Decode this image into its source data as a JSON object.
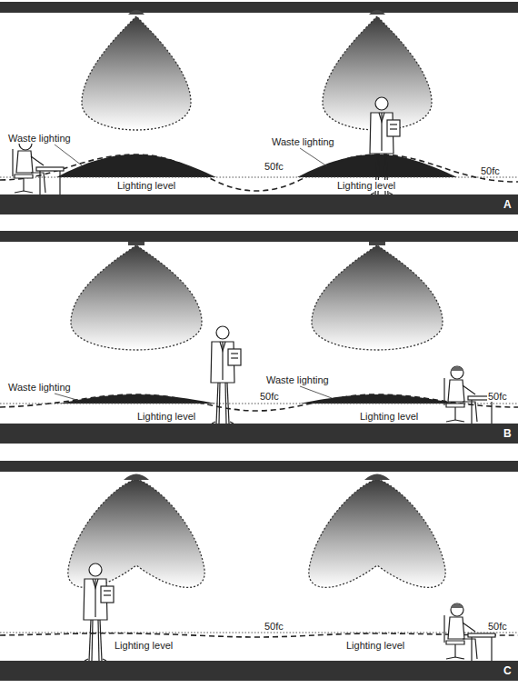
{
  "diagram": {
    "labels": [
      "Waste lighting",
      "Waste lighting",
      "50fc",
      "50fc",
      "Lighting level",
      "Lighting level",
      "A",
      "Waste lighting",
      "Waste lighting",
      "50fc",
      "50fc",
      "Lighting level",
      "Lighting level",
      "B",
      "50fc",
      "50fc",
      "Lighting level",
      "Lighting level",
      "C"
    ]
  }
}
